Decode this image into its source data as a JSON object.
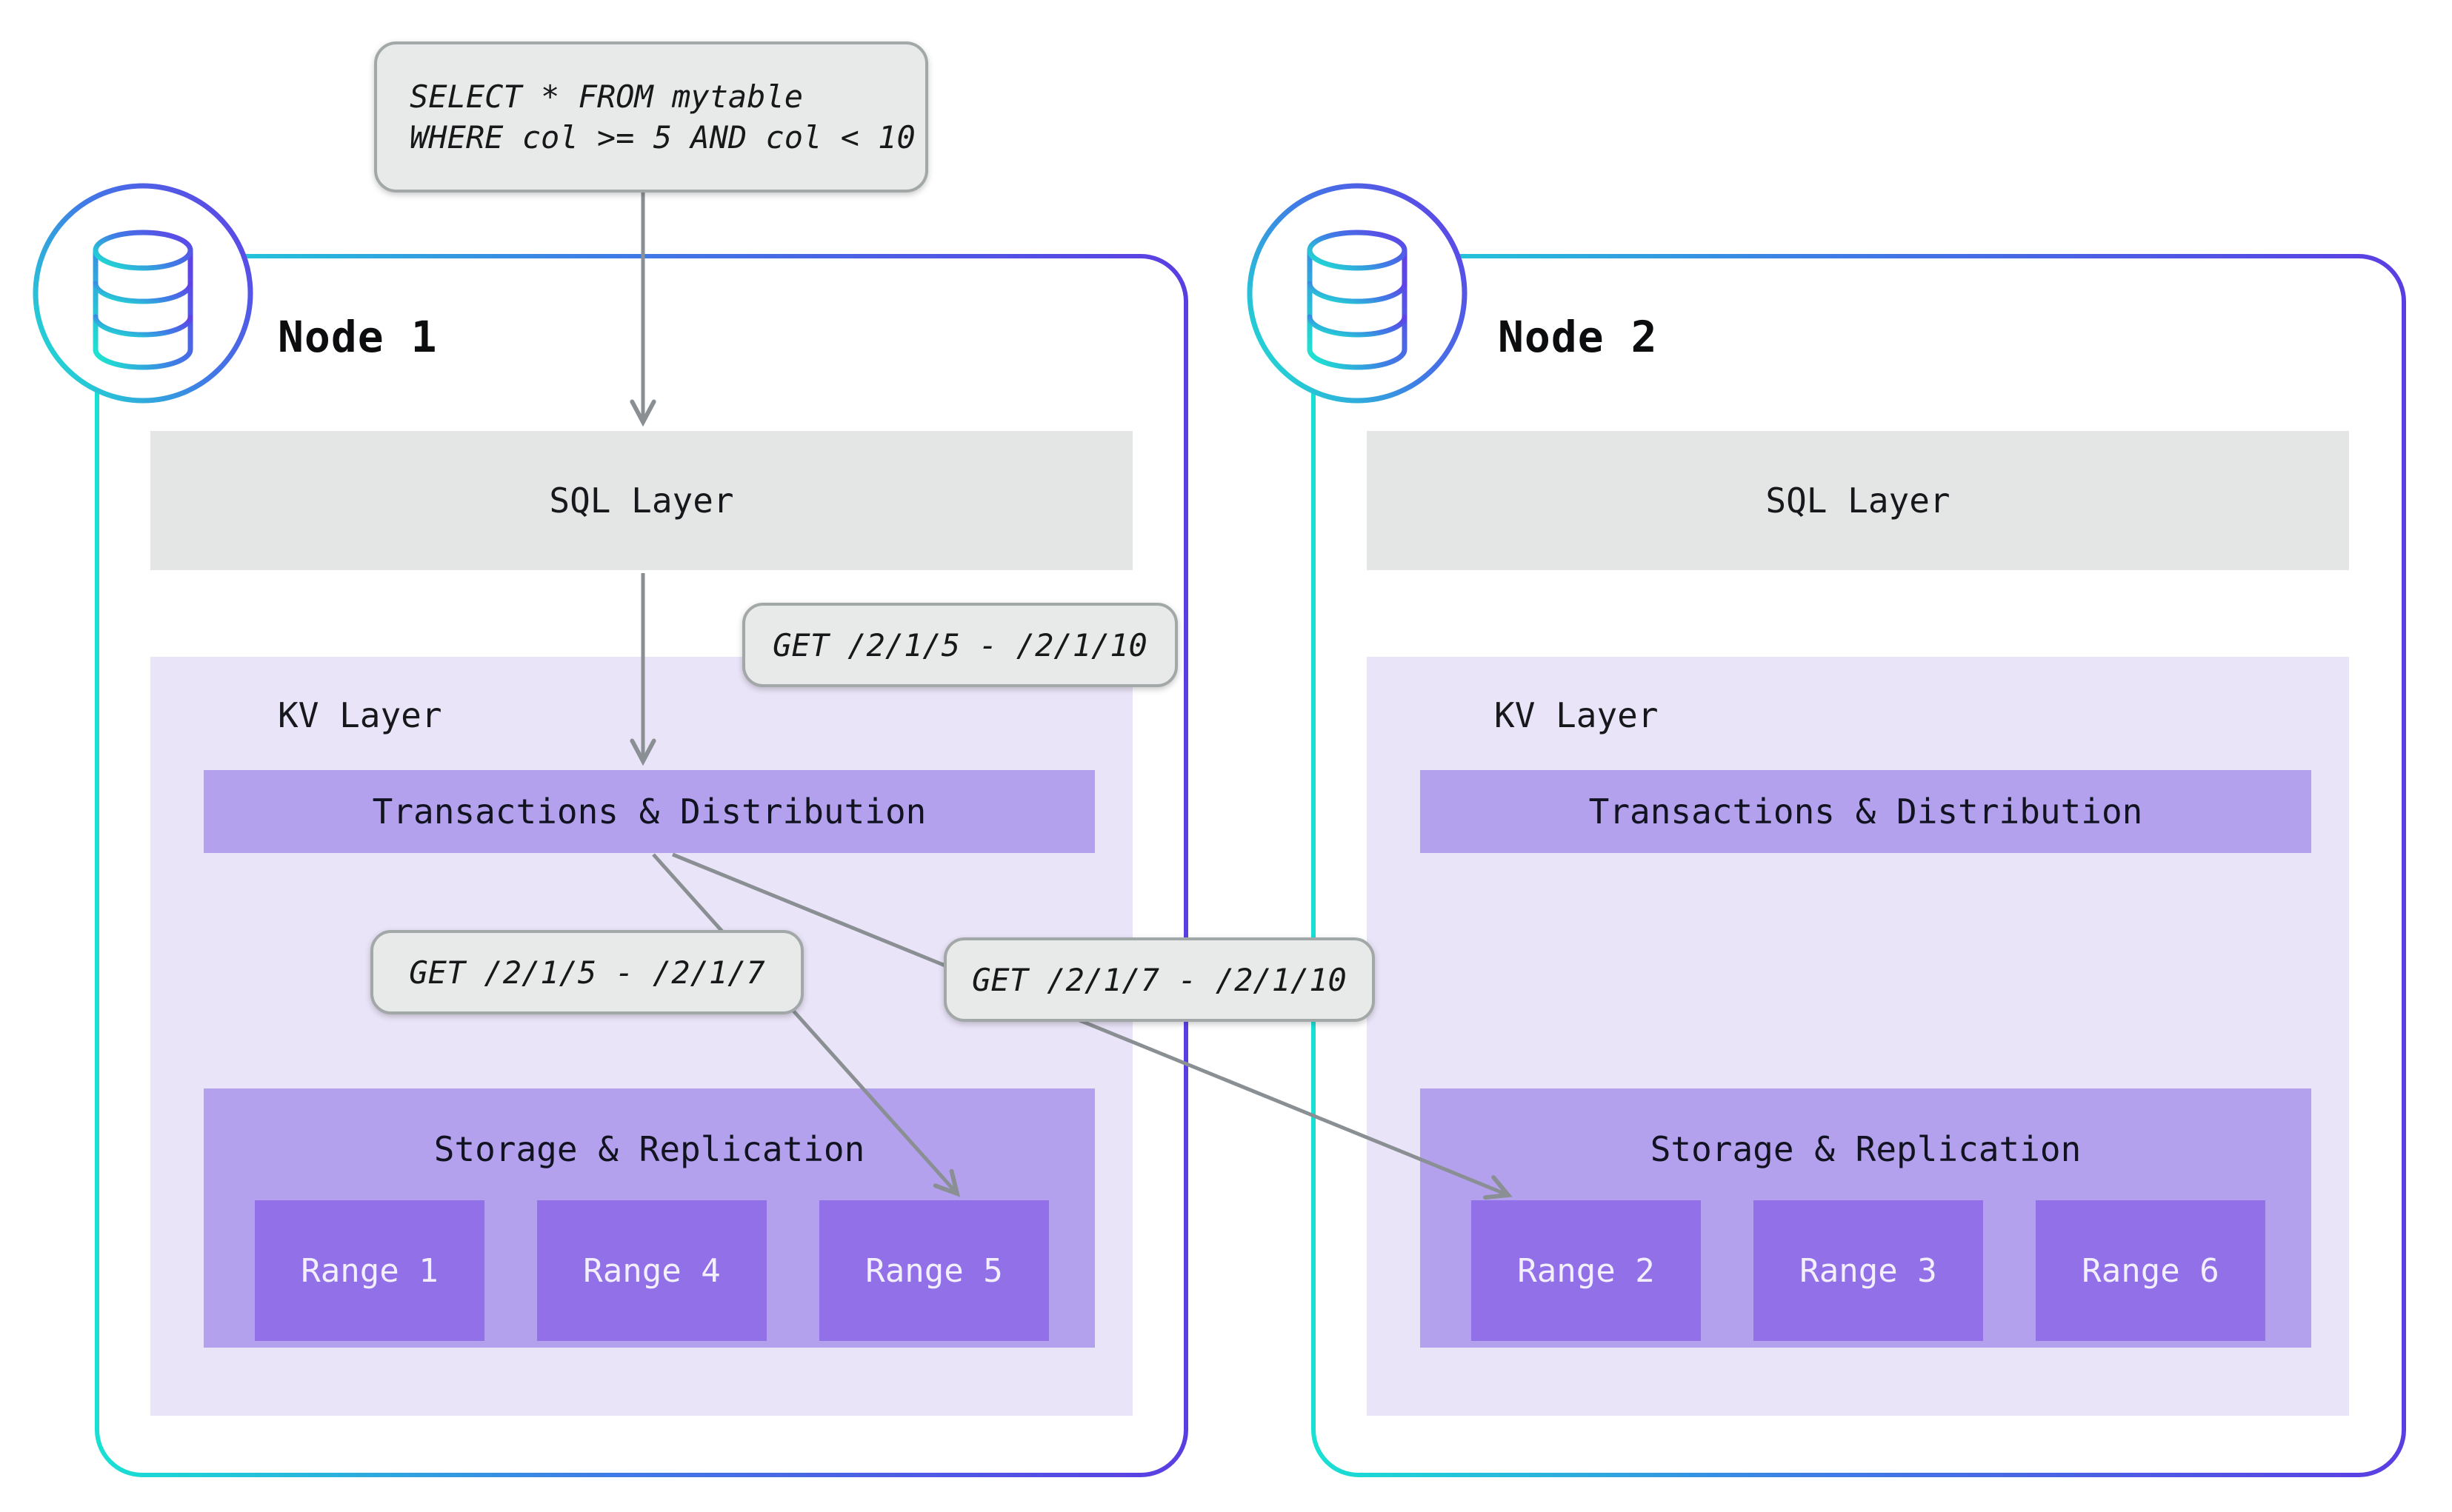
{
  "query": {
    "line1": "SELECT * FROM mytable",
    "line2": "WHERE col >= 5 AND col < 10"
  },
  "get_labels": {
    "sql_to_kv": "GET /2/1/5 - /2/1/10",
    "local_range": "GET /2/1/5 - /2/1/7",
    "remote_range": "GET /2/1/7 - /2/1/10"
  },
  "nodes": [
    {
      "title": "Node 1",
      "sql_layer": "SQL Layer",
      "kv_layer": "KV Layer",
      "transactions": "Transactions & Distribution",
      "storage": "Storage & Replication",
      "ranges": [
        "Range 1",
        "Range 4",
        "Range 5"
      ]
    },
    {
      "title": "Node 2",
      "sql_layer": "SQL Layer",
      "kv_layer": "KV Layer",
      "transactions": "Transactions & Distribution",
      "storage": "Storage & Replication",
      "ranges": [
        "Range 2",
        "Range 3",
        "Range 6"
      ]
    }
  ],
  "colors": {
    "accent_cyan": "#18e1d3",
    "accent_purple": "#5b3ee2",
    "layer_bar_purple": "#b3a1ee",
    "range_purple": "#9170e8",
    "kv_background": "#eae4f8",
    "sql_background": "#e4e6e6",
    "label_background": "#e8eae9",
    "label_border": "#a2a7a8",
    "arrow_gray": "#8a8f93"
  }
}
